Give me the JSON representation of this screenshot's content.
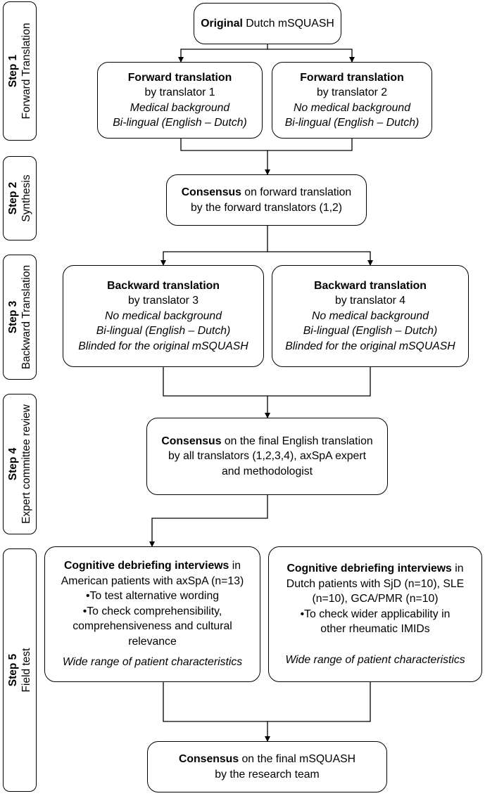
{
  "steps": [
    {
      "step": "Step 1",
      "title": "Forward Translation"
    },
    {
      "step": "Step 2",
      "title": "Synthesis"
    },
    {
      "step": "Step 3",
      "title": "Backward Translation"
    },
    {
      "step": "Step 4",
      "title": "Expert committee review"
    },
    {
      "step": "Step 5",
      "title": "Field test"
    }
  ],
  "original": {
    "bold": "Original",
    "rest": " Dutch mSQUASH"
  },
  "fwd1": {
    "title": "Forward translation",
    "by": "by translator 1",
    "bg": "Medical background",
    "lang": "Bi-lingual (English – Dutch)"
  },
  "fwd2": {
    "title": "Forward translation",
    "by": "by translator 2",
    "bg": "No medical background",
    "lang": "Bi-lingual (English – Dutch)"
  },
  "synthesis": {
    "bold": "Consensus",
    "rest": " on forward translation",
    "line2": "by the forward translators (1,2)"
  },
  "back1": {
    "title": "Backward translation",
    "by": "by translator 3",
    "bg": "No medical background",
    "lang": "Bi-lingual (English – Dutch)",
    "blind": "Blinded for the original mSQUASH"
  },
  "back2": {
    "title": "Backward translation",
    "by": "by translator 4",
    "bg": "No medical background",
    "lang": "Bi-lingual (English – Dutch)",
    "blind": "Blinded for the original mSQUASH"
  },
  "expert": {
    "bold": "Consensus",
    "rest": " on the final English translation",
    "line2": "by all translators (1,2,3,4), axSpA expert",
    "line3": "and methodologist"
  },
  "field1": {
    "bold": "Cognitive debriefing interviews",
    "rest": " in",
    "l2": "American patients with axSpA (n=13)",
    "b1": "•To test alternative wording",
    "b2a": "•To check comprehensibility,",
    "b2b": "comprehensiveness and cultural",
    "b2c": "relevance",
    "note": "Wide range of patient characteristics"
  },
  "field2": {
    "bold": "Cognitive debriefing interviews",
    "rest": " in",
    "l2": "Dutch patients with SjD (n=10), SLE",
    "l3": "(n=10), GCA/PMR (n=10)",
    "b1a": "•To check wider applicability in",
    "b1b": "other rheumatic IMIDs",
    "note": "Wide range of patient characteristics"
  },
  "final": {
    "bold": "Consensus",
    "rest": " on the final mSQUASH",
    "line2": "by the research team"
  }
}
